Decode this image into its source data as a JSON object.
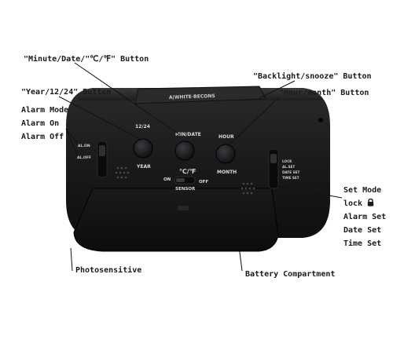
{
  "callouts": {
    "minute_date_button": "\"Minute/Date/\"℃/℉\" Button",
    "backlight_snooze_button": "\"Backlight/snooze\" Button",
    "year_button": "\"Year/12/24\" Button",
    "hour_month_button": "\"Hour/month\" Button",
    "alarm_mode": [
      "Alarm Mode",
      "Alarm On",
      "Alarm Off"
    ],
    "set_mode": [
      "Set Mode",
      "lock",
      "Alarm Set",
      "Date Set",
      "Time Set"
    ],
    "photosensitive": "Photosensitive",
    "battery_compartment": "Battery Compartment"
  },
  "device": {
    "body_color": "#1c1c1e",
    "label_color": "#d9d9d9",
    "year_label_top": "12/24",
    "year_label_bottom": "YEAR",
    "min_date_label": "MIN/DATE",
    "hour_label_top": "HOUR",
    "hour_label_bottom": "MONTH",
    "cf_label": "℃/℉",
    "sensor_on": "ON",
    "sensor_off": "OFF",
    "sensor_label": "SENSOR",
    "alarm_switch_labels": [
      "AL.ON",
      "AL.OFF"
    ],
    "set_switch_labels": [
      "LOCK",
      "AL.SET",
      "DATE SET",
      "TIME SET"
    ],
    "top_button_text": "A|WHITE·BECONS"
  },
  "icons": {
    "lock": "padlock-icon"
  }
}
